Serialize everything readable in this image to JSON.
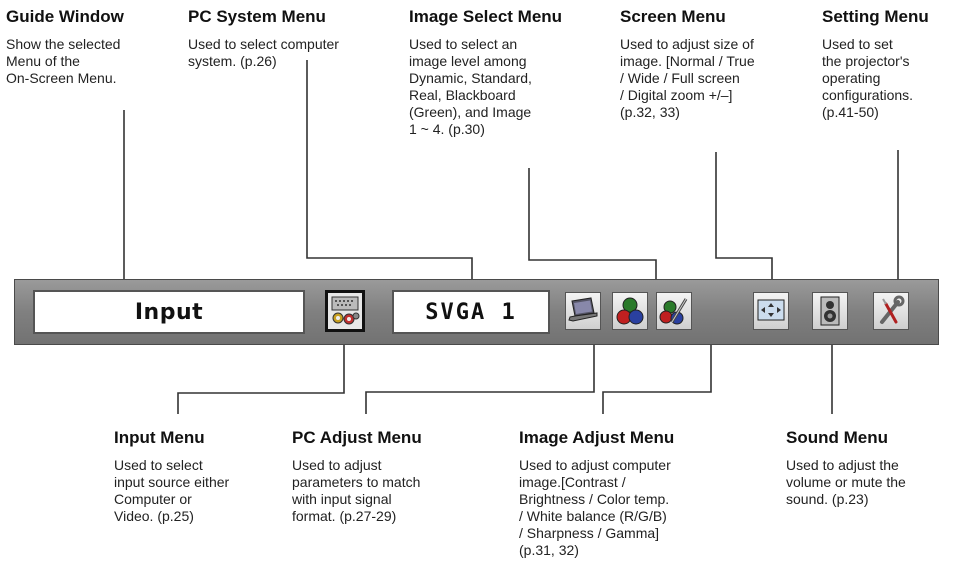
{
  "top_callouts": {
    "guide": {
      "title": "Guide Window",
      "desc": "Show the selected\nMenu of the\nOn-Screen Menu."
    },
    "pcsys": {
      "title": "PC System Menu",
      "desc": "Used to select computer\nsystem. (p.26)"
    },
    "imgsel": {
      "title": "Image Select Menu",
      "desc": "Used to select an\nimage level among\nDynamic, Standard,\nReal, Blackboard\n(Green), and Image\n1 ~ 4. (p.30)"
    },
    "screen": {
      "title": "Screen Menu",
      "desc": "Used to adjust size of\nimage. [Normal / True\n/ Wide / Full screen\n/ Digital zoom +/–]\n(p.32, 33)"
    },
    "setting": {
      "title": "Setting Menu",
      "desc": "Used to set\nthe projector's\noperating\nconfigurations.\n(p.41-50)"
    }
  },
  "bottom_callouts": {
    "input": {
      "title": "Input Menu",
      "desc": "Used to select\ninput source either\nComputer or\nVideo. (p.25)"
    },
    "pcadj": {
      "title": "PC Adjust Menu",
      "desc": "Used to adjust\nparameters to match\nwith input signal\nformat. (p.27-29)"
    },
    "imgadj": {
      "title": "Image Adjust Menu",
      "desc": "Used to adjust computer\nimage.[Contrast /\nBrightness / Color temp.\n/ White balance (R/G/B)\n/ Sharpness / Gamma]\n(p.31, 32)"
    },
    "sound": {
      "title": "Sound Menu",
      "desc": "Used to adjust the\nvolume or mute the\nsound. (p.23)"
    }
  },
  "menu_bar": {
    "guide_text": "Input",
    "system_text": "SVGA 1",
    "selected_icon": "input-menu-icon",
    "icons": [
      "input-menu-icon",
      "pc-adjust-laptop-icon",
      "image-select-balls-icon",
      "image-adjust-palette-icon",
      "screen-resize-icon",
      "sound-speaker-icon",
      "setting-wrench-icon"
    ]
  },
  "colors": {
    "bar": "#808080",
    "field_bg": "#ffffff",
    "leader_line": "#333333"
  }
}
